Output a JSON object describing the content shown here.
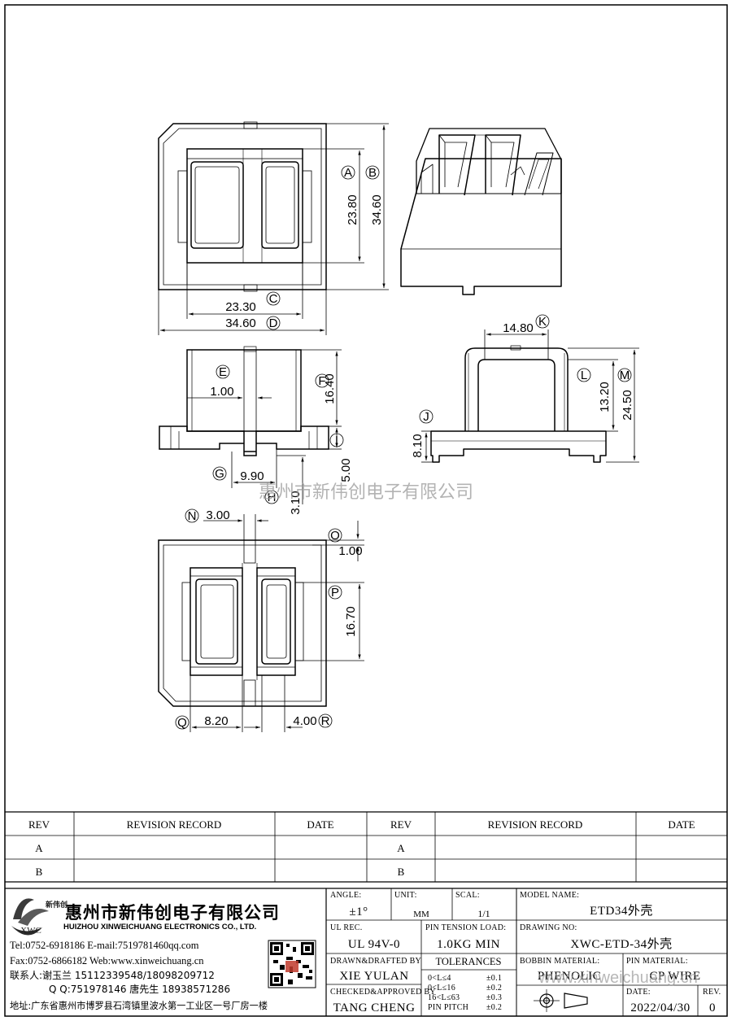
{
  "drawing": {
    "dimensions": {
      "a_label": "A",
      "b_label": "B",
      "c_label": "C",
      "d_label": "D",
      "e_label": "E",
      "f_label": "F",
      "g_label": "G",
      "h_label": "H",
      "i_label": "I",
      "j_label": "J",
      "k_label": "K",
      "l_label": "L",
      "m_label": "M",
      "n_label": "N",
      "o_label": "O",
      "p_label": "P",
      "q_label": "Q",
      "r_label": "R",
      "dim_23_80": "23.80",
      "dim_34_60_v": "34.60",
      "dim_23_30": "23.30",
      "dim_34_60_h": "34.60",
      "dim_1_00_e": "1.00",
      "dim_16_40": "16.40",
      "dim_9_90": "9.90",
      "dim_5_00": "5.00",
      "dim_3_10": "3.10",
      "dim_14_80": "14.80",
      "dim_13_20": "13.20",
      "dim_24_50": "24.50",
      "dim_8_10": "8.10",
      "dim_3_00": "3.00",
      "dim_1_00_o": "1.00",
      "dim_16_70": "16.70",
      "dim_8_20": "8.20",
      "dim_4_00": "4.00"
    },
    "watermark": "惠州市新伟创电子有限公司"
  },
  "revision_table": {
    "headers": [
      "REV",
      "REVISION RECORD",
      "DATE",
      "REV",
      "REVISION RECORD",
      "DATE"
    ],
    "rows": [
      [
        "A",
        "",
        "",
        "A",
        "",
        ""
      ],
      [
        "B",
        "",
        "",
        "B",
        "",
        ""
      ]
    ]
  },
  "company": {
    "logo_text": "新伟创",
    "logo_abbr": "XWC",
    "name_cn": "惠州市新伟创电子有限公司",
    "name_en": "HUIZHOU XINWEICHUANG ELECTRONICS CO., LTD.",
    "line1": "Tel:0752-6918186 E-mail:7519781460qq.com",
    "line2": "Fax:0752-6866182 Web:www.xinweichuang.cn",
    "line3": "联系人:谢玉兰 15112339548/18098209712",
    "line4": "Q Q:751978146    唐先生 18938571286",
    "line5": "地址:广东省惠州市博罗县石湾镇里波水第一工业区一号厂房一楼"
  },
  "title_block": {
    "angle_label": "ANGLE:",
    "angle_value": "±1°",
    "unit_label": "UNIT:",
    "unit_value": "MM",
    "scale_label": "SCAL:",
    "scale_value": "1/1",
    "model_label": "MODEL NAME:",
    "model_value": "ETD34外壳",
    "ul_label": "UL REC.",
    "ul_value": "UL 94V-0",
    "pin_tension_label": "PIN TENSION LOAD:",
    "pin_tension_value": "1.0KG MIN",
    "drawing_no_label": "DRAWING NO:",
    "drawing_no_value": "XWC-ETD-34外壳",
    "drawn_label": "DRAWN&DRAFTED BY",
    "drawn_value": "XIE YULAN",
    "tolerances_label": "TOLERANCES",
    "tol_rows": [
      {
        "range": "0<L≤4",
        "tol": "±0.1"
      },
      {
        "range": "0<L≤16",
        "tol": "±0.2"
      },
      {
        "range": "16<L≤63",
        "tol": "±0.3"
      },
      {
        "range": "PIN PITCH",
        "tol": "±0.2"
      }
    ],
    "bobbin_label": "BOBBIN MATERIAL:",
    "bobbin_value": "PHENOLIC",
    "pin_material_label": "PIN MATERIAL:",
    "pin_material_value": "CP WIRE",
    "checked_label": "CHECKED&APPROVED BY",
    "checked_value": "TANG CHENG",
    "date_label": "DATE:",
    "date_value": "2022/04/30",
    "rev_label": "REV.",
    "rev_value": "0",
    "watermark_url": "www.xinweichuang.cn"
  }
}
